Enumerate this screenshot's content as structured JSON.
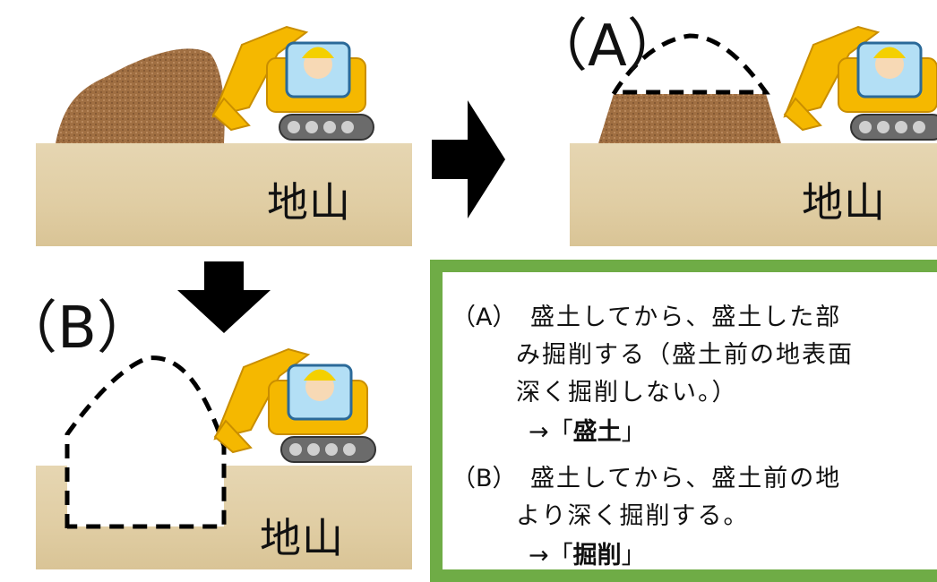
{
  "panels": {
    "top_left": {
      "ground_label": "地山"
    },
    "top_right": {
      "label": "（A）",
      "ground_label": "地山"
    },
    "bottom_left": {
      "label": "（B）",
      "ground_label": "地山"
    }
  },
  "note": {
    "a_marker": "（A）",
    "a_line1": "盛土してから、盛土した部",
    "a_line2": "み掘削する（盛土前の地表面",
    "a_line3": "深く掘削しない。）",
    "a_arrow": "→「",
    "a_term": "盛土",
    "a_close": "」",
    "b_marker": "（B）",
    "b_line1": "盛土してから、盛土前の地",
    "b_line2": "より深く掘削する。",
    "b_arrow": "→「",
    "b_term": "掘削",
    "b_close": "」"
  },
  "colors": {
    "ground": "#e2d0a6",
    "soil": "#9c6b3e",
    "excavator": "#f5b800",
    "frame": "#6fac46",
    "arrow": "#000000"
  }
}
